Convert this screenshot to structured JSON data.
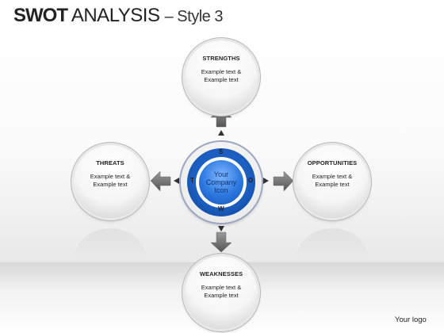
{
  "title": {
    "bold": "SWOT",
    "light": "ANALYSIS",
    "style": "– Style 3"
  },
  "center": {
    "text": "Your Company Icon",
    "letters": {
      "top": "S",
      "left": "T",
      "right": "O",
      "bottom": "W"
    }
  },
  "nodes": {
    "strengths": {
      "heading": "STRENGTHS",
      "text": "Example text & Example text"
    },
    "threats": {
      "heading": "THREATS",
      "text": "Example text & Example text"
    },
    "opportunities": {
      "heading": "OPPORTUNITIES",
      "text": "Example text & Example text"
    },
    "weaknesses": {
      "heading": "WEAKNESSES",
      "text": "Example text & Example text"
    }
  },
  "footer": {
    "logo": "Your logo"
  },
  "colors": {
    "accent": "#1c5fc2",
    "arrow": "#6e6e6e"
  }
}
